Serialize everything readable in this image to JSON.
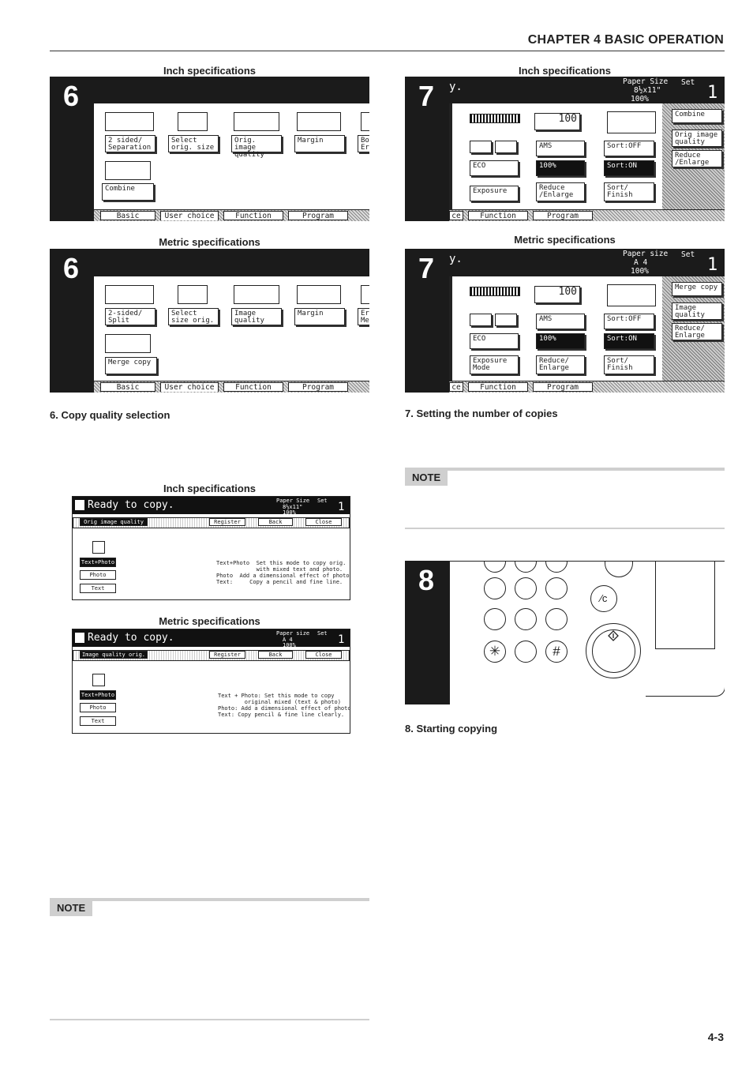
{
  "header": {
    "chapter": "CHAPTER 4  BASIC OPERATION"
  },
  "captions": {
    "inch": "Inch specifications",
    "metric": "Metric specifications"
  },
  "steps": {
    "s6": {
      "number": "6",
      "title": "6. Copy quality selection"
    },
    "s7": {
      "number": "7",
      "title": "7. Setting the number of copies"
    },
    "s8": {
      "number": "8",
      "title": "8. Starting copying"
    }
  },
  "step6_inch": {
    "buttons": [
      "2 sided/ Separation",
      "Select orig. size",
      "Orig. image quality",
      "Margin",
      "Bo Er",
      "Combine"
    ],
    "tabs": [
      "Basic",
      "User choice",
      "Function",
      "Program"
    ]
  },
  "step6_metric": {
    "buttons": [
      "2-sided/ Split",
      "Select size orig.",
      "Image quality",
      "Margin",
      "Er Me",
      "Merge copy"
    ],
    "tabs": [
      "Basic",
      "User choice",
      "Function",
      "Program"
    ]
  },
  "step7_inch": {
    "title_frag": "y.",
    "paper_label": "Paper Size",
    "set_label": "Set",
    "paper_value": "8½x11\"",
    "zoom": "100%",
    "count": "1",
    "ratio": "100",
    "buttons": [
      "AMS",
      "Sort:OFF",
      "ECO",
      "100%",
      "Sort:ON",
      "Exposure",
      "Reduce /Enlarge",
      "Sort/ Finish",
      "Combine",
      "Orig image quality",
      "Reduce /Enlarge"
    ],
    "tabs": [
      "ce",
      "Function",
      "Program"
    ]
  },
  "step7_metric": {
    "title_frag": "y.",
    "paper_label": "Paper size",
    "set_label": "Set",
    "paper_value": "A 4",
    "zoom": "100%",
    "count": "1",
    "ratio": "100",
    "buttons": [
      "AMS",
      "Sort:OFF",
      "ECO",
      "100%",
      "Sort:ON",
      "Exposure Mode",
      "Reduce/ Enlarge",
      "Sort/ Finish",
      "Merge copy",
      "Image quality",
      "Reduce/ Enlarge"
    ],
    "tabs": [
      "ce",
      "Function",
      "Program"
    ]
  },
  "quality_inch": {
    "status": "Ready to copy.",
    "paper_label": "Paper Size",
    "set_label": "Set",
    "paper_value": "8½x11\"",
    "zoom": "100%",
    "count": "1",
    "bar_title": "Orig image quality",
    "register": "Register",
    "back": "Back",
    "close": "Close",
    "options": [
      "Text+Photo",
      "Photo",
      "Text"
    ],
    "desc": [
      "Text+Photo  Set this mode to copy orig.",
      "            with mixed text and photo.",
      "Photo  Add a dimensional effect of photo.",
      "Text:     Copy a pencil and fine line."
    ]
  },
  "quality_metric": {
    "status": "Ready to copy.",
    "paper_label": "Paper size",
    "set_label": "Set",
    "paper_value": "A 4",
    "zoom": "100%",
    "count": "1",
    "bar_title": "Image quality orig.",
    "register": "Register",
    "back": "Back",
    "close": "Close",
    "options": [
      "Text+Photo",
      "Photo",
      "Text"
    ],
    "desc": [
      "Text + Photo: Set this mode to copy",
      "        original mixed (text & photo)",
      "Photo: Add a dimensional effect of photo.",
      "Text: Copy pencil & fine line clearly."
    ]
  },
  "notes": {
    "label": "NOTE"
  },
  "keypad": {
    "hash": "#",
    "star": "✳",
    "clear": "⁄c"
  },
  "footer": {
    "page": "4-3"
  }
}
